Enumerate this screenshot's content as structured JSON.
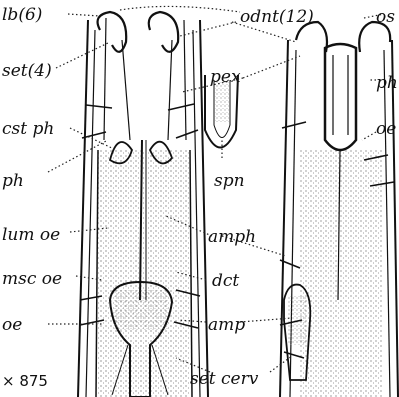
{
  "labels": {
    "lb": "lb(6)",
    "odnt": "odnt(12)",
    "os": "os",
    "set": "set(4)",
    "pex": "pex",
    "ph_right": "ph",
    "cst_ph": "cst ph",
    "oe_right": "oe",
    "ph_left": "ph",
    "spn": "spn",
    "lum_oe": "lum oe",
    "amph": "amph",
    "msc_oe": "msc oe",
    "dct": "dct",
    "oe_left": "oe",
    "amp": "amp",
    "magnification": "× 875",
    "set_cerv": "set cerv"
  }
}
